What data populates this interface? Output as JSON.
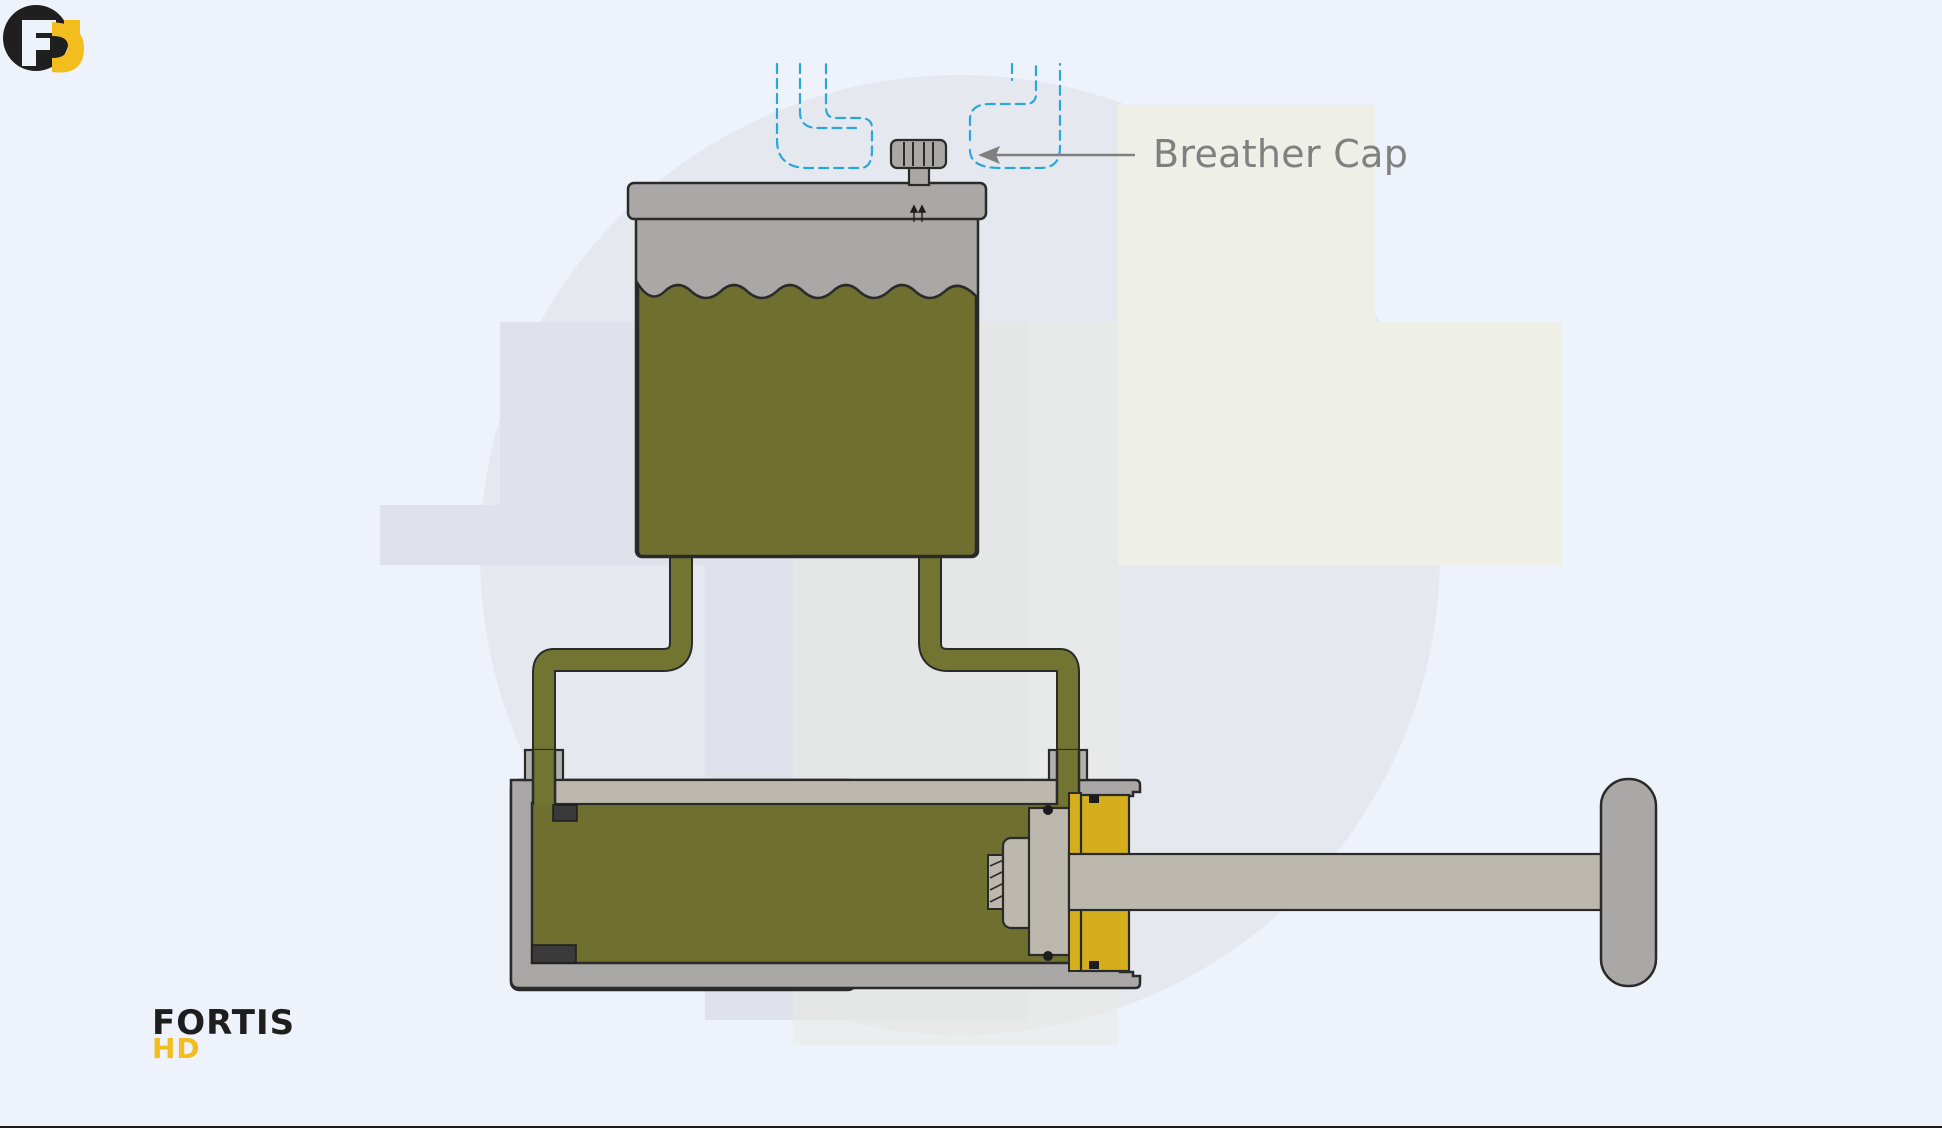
{
  "diagram": {
    "callout": {
      "label": "Breather Cap",
      "target": "breather-cap"
    },
    "colors": {
      "background": "#eef2fb",
      "fluid": "#6f7030",
      "fluid_tube": "#727432",
      "metal": "#a9a8a6",
      "metal_light": "#bcb8ae",
      "seal": "#d4ae1c",
      "air_vapor": "#29a8d8",
      "outline": "#2a2a2a",
      "callout_text": "#808080",
      "watermark_dark": "#dfe2ea",
      "watermark_light": "#eeefe7"
    },
    "parts": [
      "breather-cap",
      "reservoir-lid",
      "reservoir",
      "brake-fluid",
      "feed-tubes",
      "master-cylinder-bore",
      "piston",
      "piston-seal",
      "pushrod"
    ]
  },
  "logo": {
    "line1": "FORTIS",
    "line2": "HD",
    "primary_color": "#1f1f1f",
    "accent_color": "#f2bd1d"
  }
}
